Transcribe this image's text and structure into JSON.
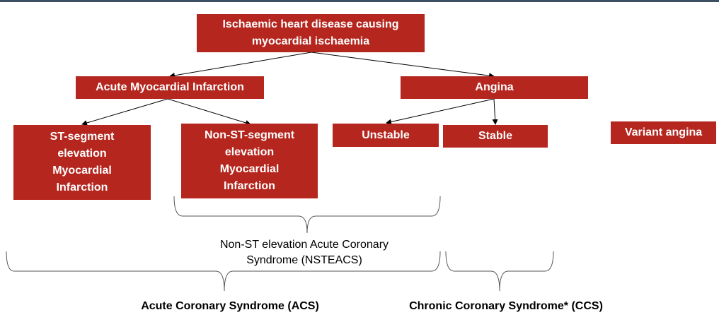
{
  "colors": {
    "box_fill": "#b5261e",
    "box_text": "#ffffff",
    "line": "#000000",
    "brace": "#555555",
    "top_rule": "#3d4f63"
  },
  "nodes": {
    "root": "Ischaemic heart disease causing\nmyocardial ischaemia",
    "ami": "Acute Myocardial Infarction",
    "angina": "Angina",
    "stemi": "ST-segment\nelevation\nMyocardial\nInfarction",
    "nstemi": "Non-ST-segment\nelevation\nMyocardial\nInfarction",
    "unstable": "Unstable",
    "stable": "Stable",
    "variant": "Variant angina"
  },
  "groups": {
    "nsteacs": "Non-ST elevation Acute Coronary\nSyndrome (NSTEACS)",
    "acs": "Acute Coronary Syndrome (ACS)",
    "ccs": "Chronic Coronary Syndrome* (CCS)"
  }
}
